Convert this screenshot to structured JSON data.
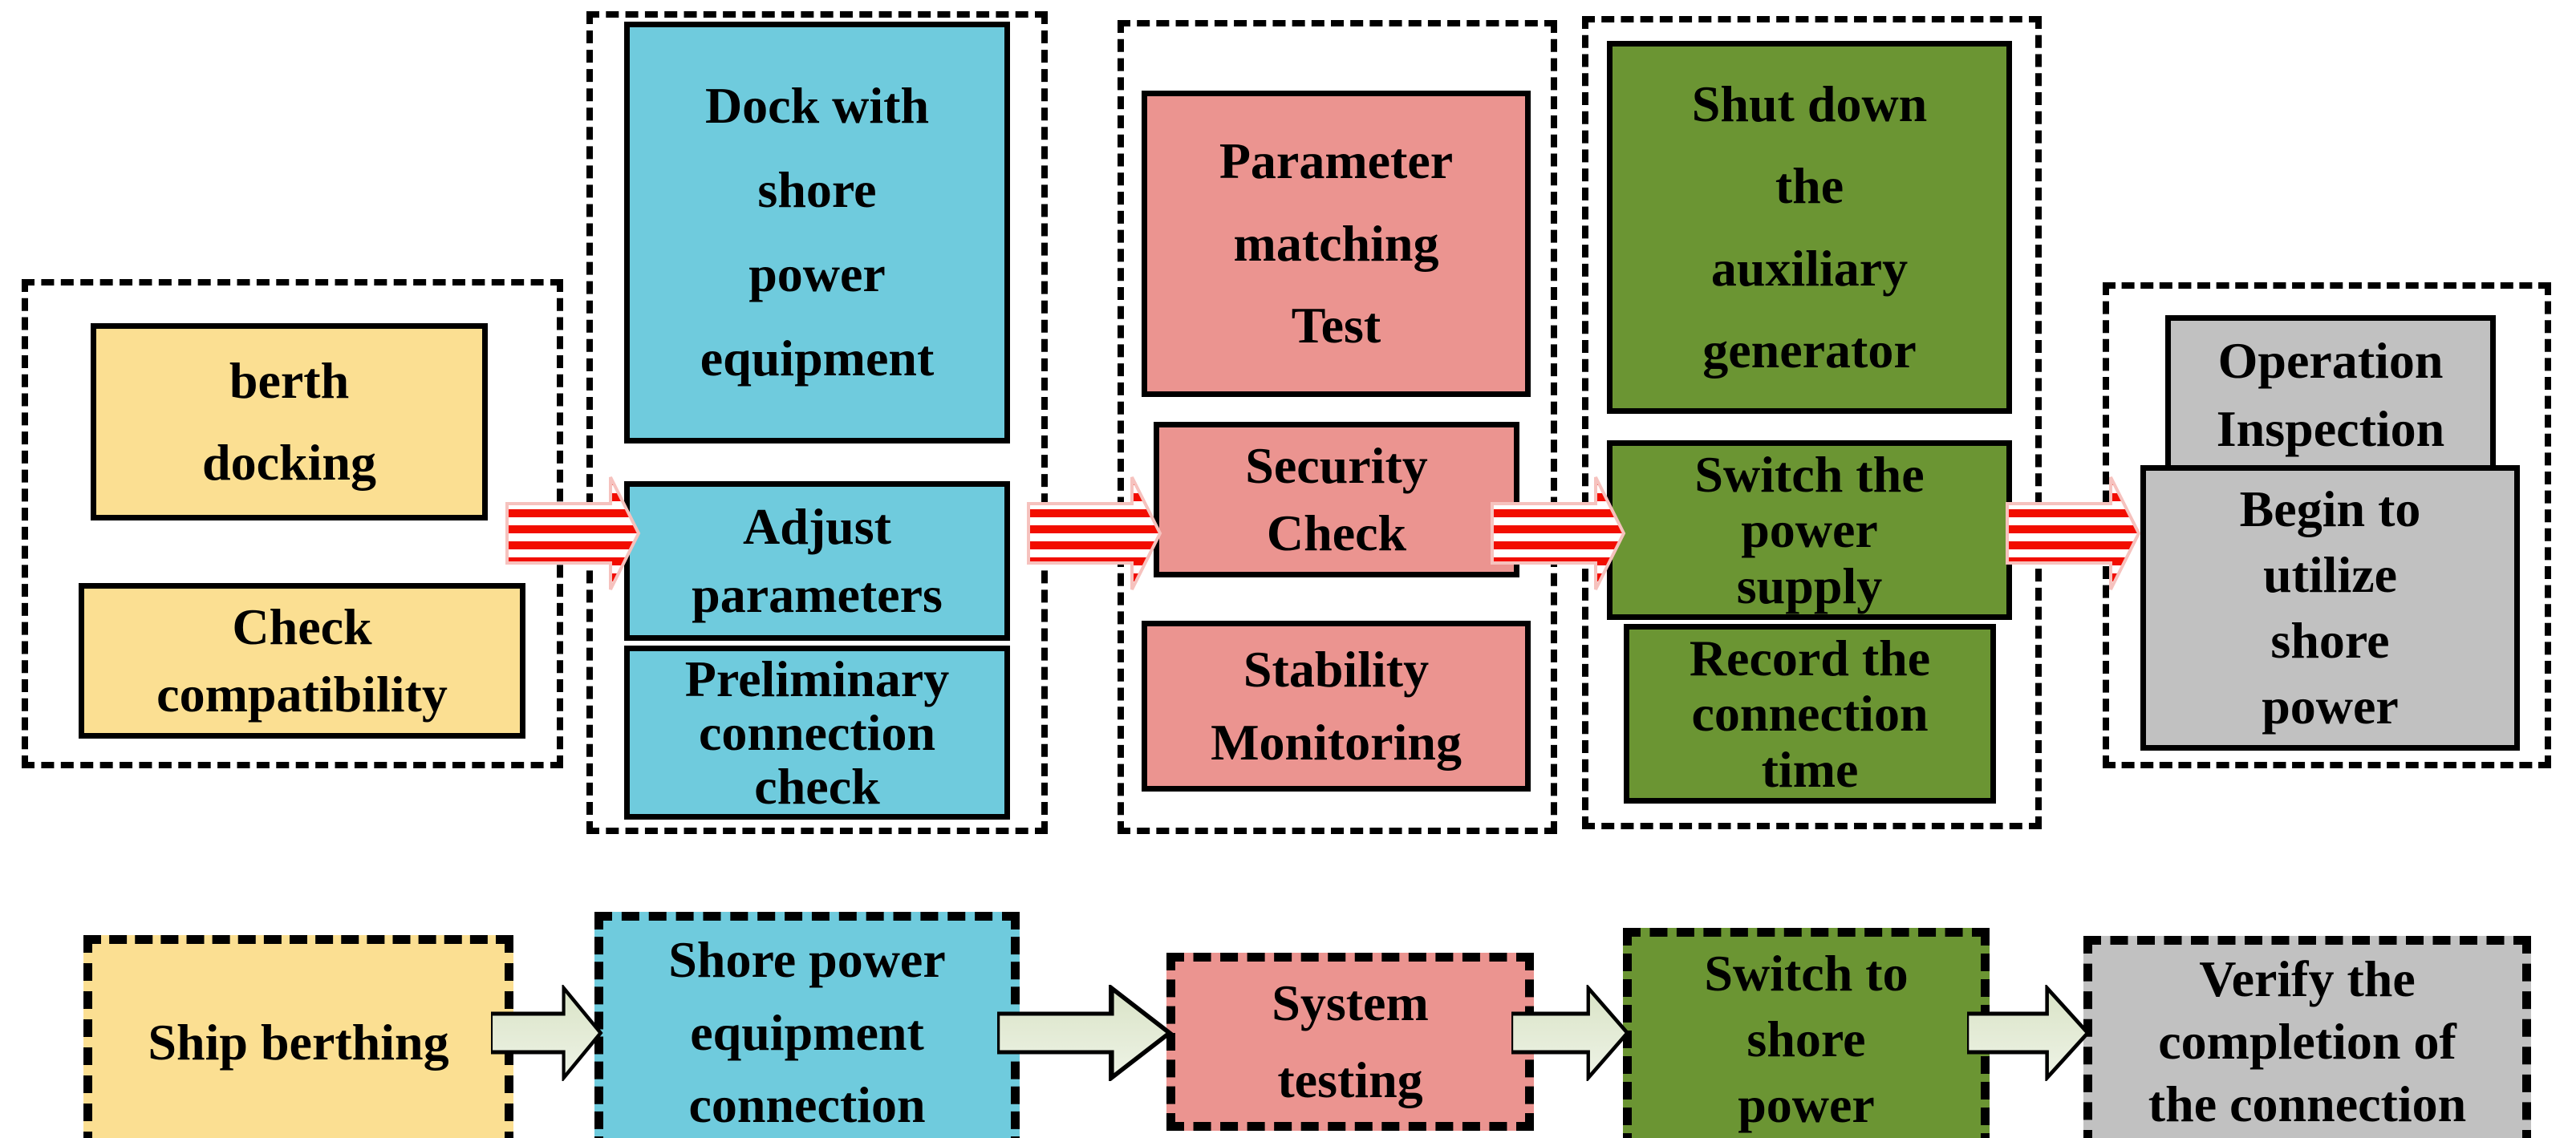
{
  "colors": {
    "yellow": "#FBDF92",
    "blue": "#6FCBDD",
    "pink": "#EB9490",
    "green": "#6B9533",
    "gray": "#C1C1C1",
    "stripe_red": "#F20D00",
    "stripe_outline": "#F6C2BE",
    "step_arrow_fill_top": "#D9E3C6",
    "step_arrow_fill_bottom": "#EEF3E6",
    "border": "#000000"
  },
  "top_row": {
    "groups": [
      {
        "name": "berthing-stage",
        "boxes": [
          {
            "label": "berth\ndocking"
          },
          {
            "label": "Check\ncompatibility"
          }
        ]
      },
      {
        "name": "equipment-connection-stage",
        "boxes": [
          {
            "label": "Dock with\nshore\npower\nequipment"
          },
          {
            "label": "Adjust\nparameters"
          },
          {
            "label": "Preliminary\nconnection\ncheck"
          }
        ]
      },
      {
        "name": "testing-stage",
        "boxes": [
          {
            "label": "Parameter\nmatching\nTest"
          },
          {
            "label": "Security\nCheck"
          },
          {
            "label": "Stability\nMonitoring"
          }
        ]
      },
      {
        "name": "power-switch-stage",
        "boxes": [
          {
            "label": "Shut down\nthe\nauxiliary\ngenerator"
          },
          {
            "label": "Switch the\npower\nsupply"
          },
          {
            "label": "Record the\nconnection\ntime"
          }
        ]
      },
      {
        "name": "verification-stage",
        "boxes": [
          {
            "label": "Operation\nInspection"
          },
          {
            "label": "Begin to\nutilize\nshore\npower"
          }
        ]
      }
    ]
  },
  "bottom_row": {
    "steps": [
      {
        "label": "Ship berthing"
      },
      {
        "label": "Shore power\nequipment\nconnection"
      },
      {
        "label": "System\ntesting"
      },
      {
        "label": "Switch to\nshore\npower"
      },
      {
        "label": "Verify the\ncompletion of\nthe connection"
      }
    ]
  }
}
